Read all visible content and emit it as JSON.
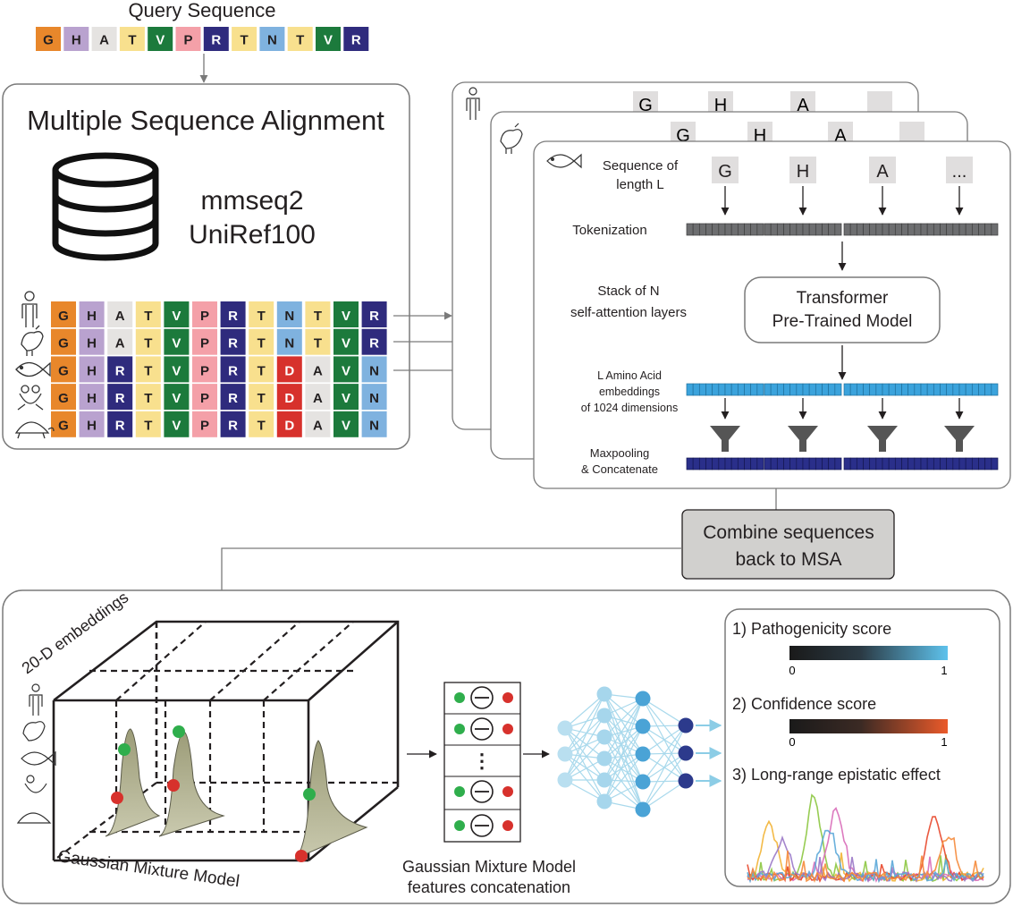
{
  "query": {
    "title": "Query Sequence",
    "residues": [
      "G",
      "H",
      "A",
      "T",
      "V",
      "P",
      "R",
      "T",
      "N",
      "T",
      "V",
      "R"
    ]
  },
  "msa": {
    "title": "Multiple Sequence Alignment",
    "tool": "mmseq2",
    "database": "UniRef100",
    "rows": [
      {
        "organism": "human-icon",
        "residues": [
          "G",
          "H",
          "A",
          "T",
          "V",
          "P",
          "R",
          "T",
          "N",
          "T",
          "V",
          "R"
        ]
      },
      {
        "organism": "chicken-icon",
        "residues": [
          "G",
          "H",
          "A",
          "T",
          "V",
          "P",
          "R",
          "T",
          "N",
          "T",
          "V",
          "R"
        ]
      },
      {
        "organism": "fish-icon",
        "residues": [
          "G",
          "H",
          "R",
          "T",
          "V",
          "P",
          "R",
          "T",
          "D",
          "A",
          "V",
          "N"
        ]
      },
      {
        "organism": "frog-icon",
        "residues": [
          "G",
          "H",
          "R",
          "T",
          "V",
          "P",
          "R",
          "T",
          "D",
          "A",
          "V",
          "N"
        ]
      },
      {
        "organism": "turtle-icon",
        "residues": [
          "G",
          "H",
          "R",
          "T",
          "V",
          "P",
          "R",
          "T",
          "D",
          "A",
          "V",
          "N"
        ]
      }
    ]
  },
  "colors": {
    "G": "#e8872b",
    "H": "#b9a2cf",
    "A": "#e5e3e1",
    "T": "#f8e08e",
    "V": "#1c7a3c",
    "P": "#f4a0a8",
    "R": "#2f2b7d",
    "N": "#7fb2df",
    "D": "#d7312c"
  },
  "pipeline": {
    "back_cards_letters": [
      "G",
      "H",
      "A"
    ],
    "sequence_label": "Sequence of length L",
    "input_letters": [
      "G",
      "H",
      "A",
      "..."
    ],
    "tokenization_label": "Tokenization",
    "stack_label": "Stack of N self-attention layers",
    "model_label_line1": "Transformer",
    "model_label_line2": "Pre-Trained Model",
    "embeddings_label": "L Amino Acid embeddings of 1024 dimensions",
    "pooling_label": "Maxpooling & Concatenate",
    "combine_label_line1": "Combine sequences",
    "combine_label_line2": "back to MSA"
  },
  "gmm": {
    "axis_label": "20-D embeddings",
    "title": "Gaussian Mixture Model",
    "features_label_line1": "Gaussian Mixture Model",
    "features_label_line2": "features concatenation",
    "ellipsis": "⋮"
  },
  "outputs": {
    "pathogenicity": {
      "label": "1) Pathogenicity score",
      "min": "0",
      "max": "1"
    },
    "confidence": {
      "label": "2) Confidence score",
      "min": "0",
      "max": "1"
    },
    "epistatic": {
      "label": "3) Long-range epistatic effect"
    }
  }
}
